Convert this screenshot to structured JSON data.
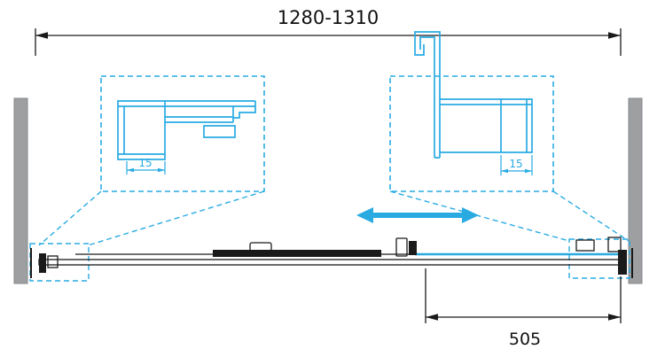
{
  "drawing": {
    "dimensions": {
      "overall_width": "1280-1310",
      "sliding_panel_width": "505",
      "left_profile_depth": "15",
      "right_profile_depth": "15"
    },
    "colors": {
      "accent": "#29abe2",
      "line": "#1a1a1a",
      "wall": "#9d9fa1"
    }
  }
}
